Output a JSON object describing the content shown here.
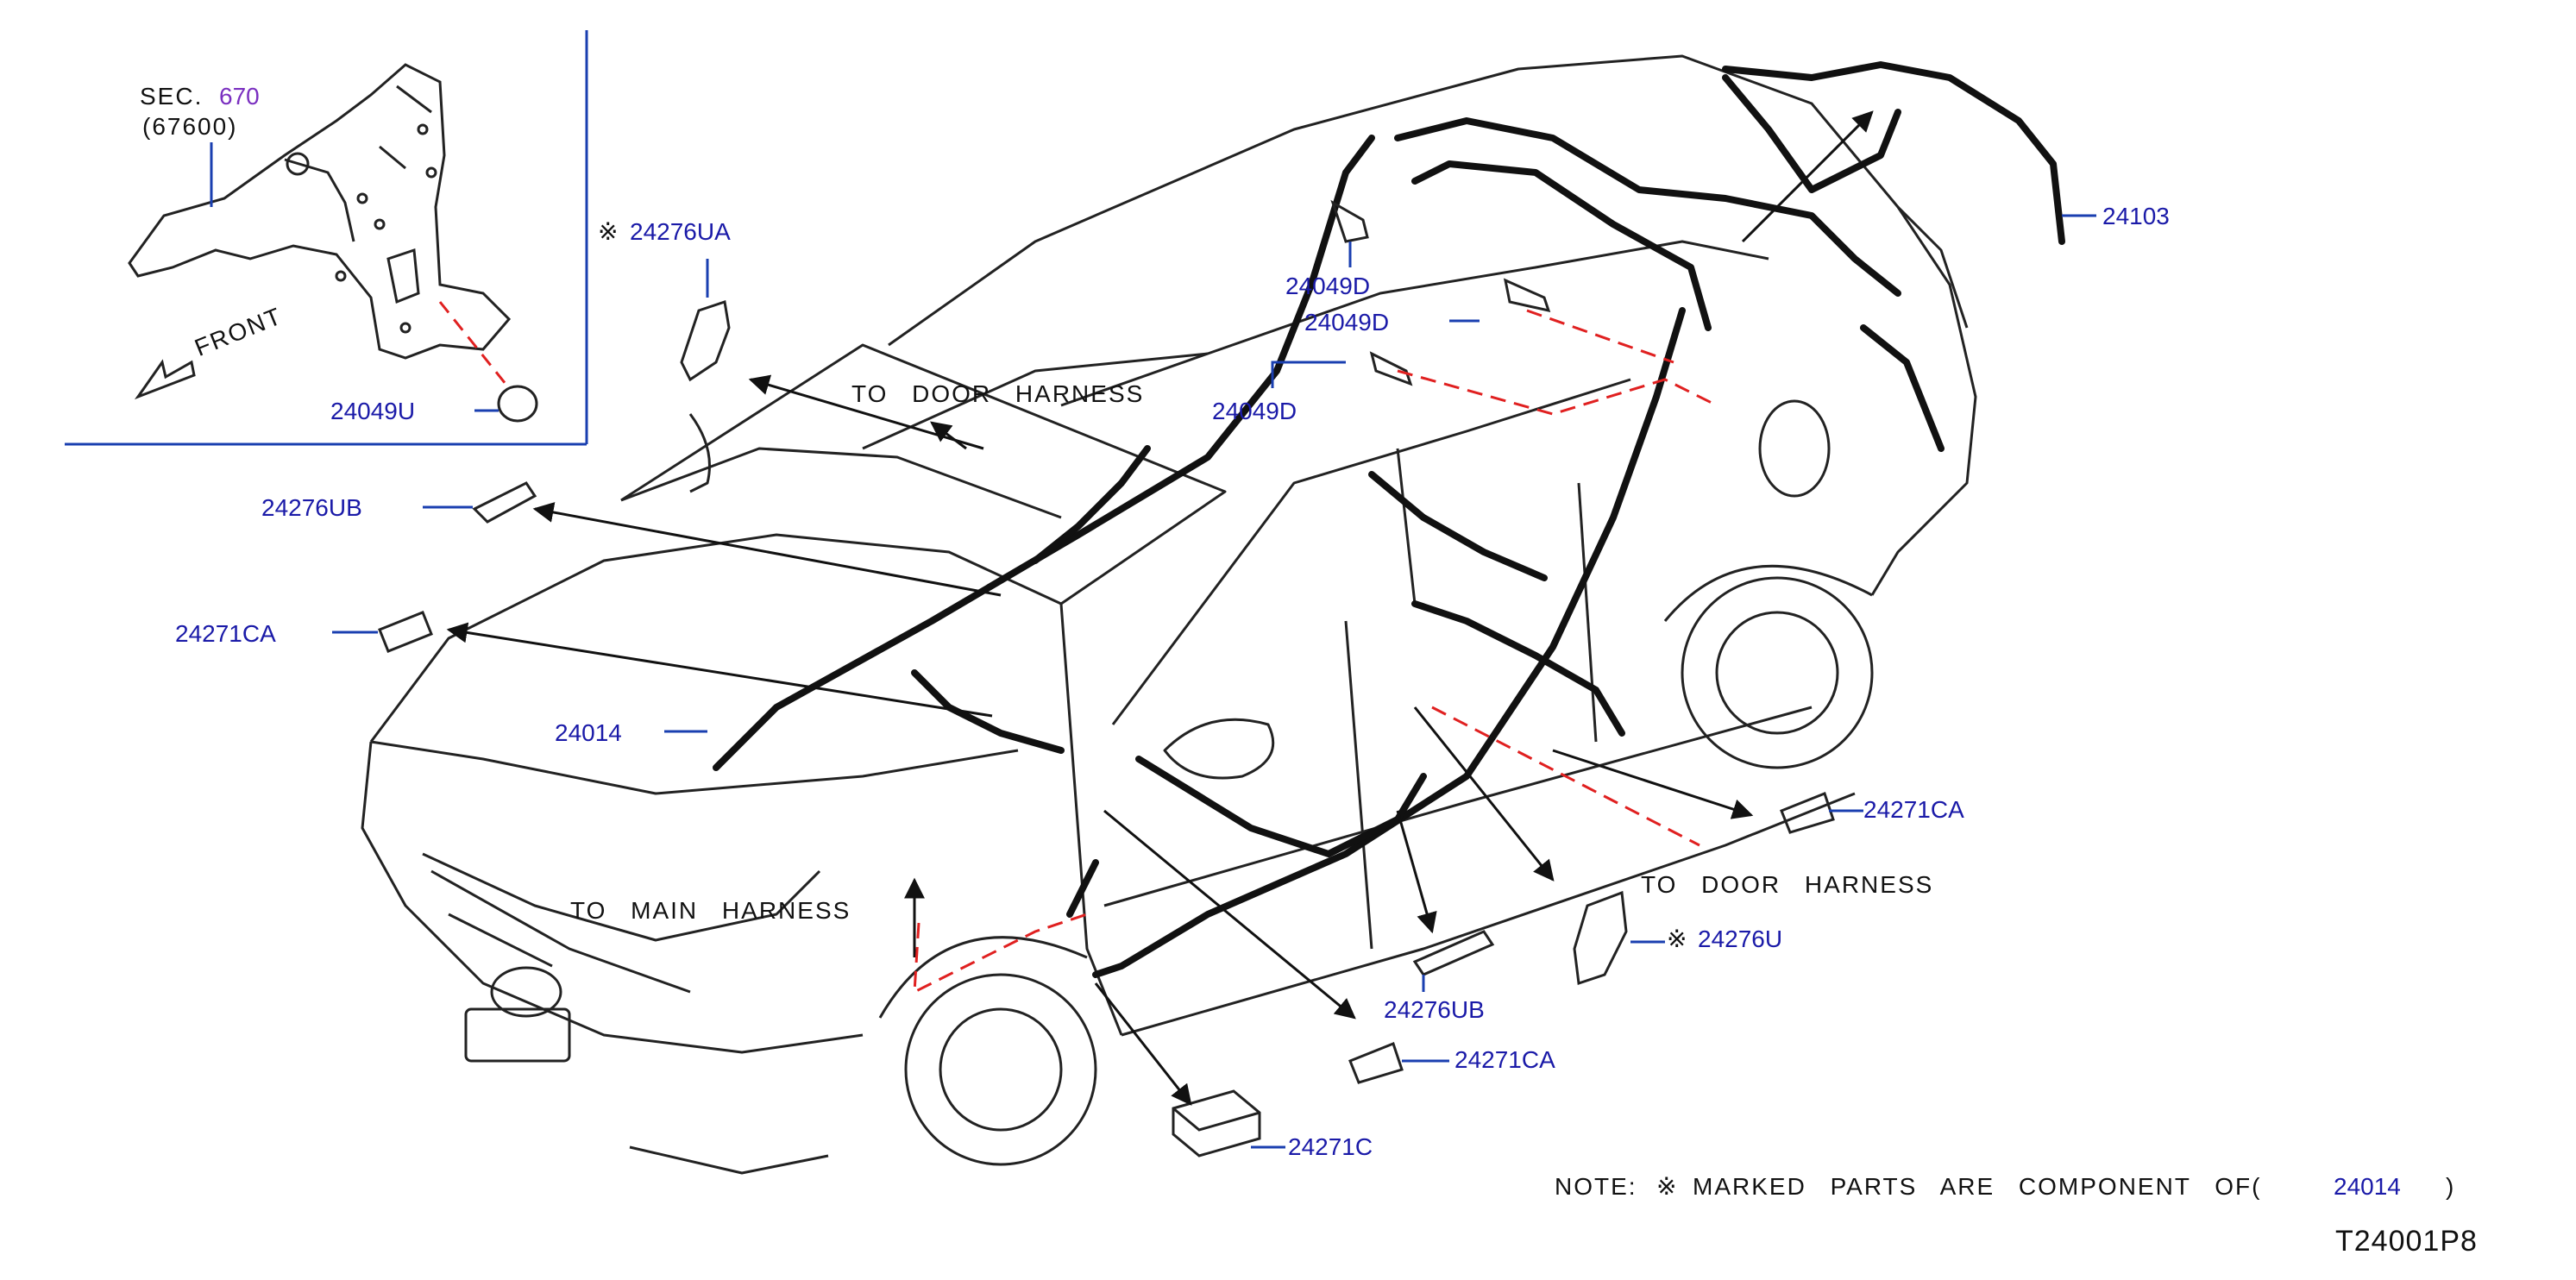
{
  "inset": {
    "sec_prefix": "SEC.",
    "sec_number": "670",
    "sub_number": "(67600)",
    "front_label": "FRONT",
    "part": "24049U"
  },
  "parts": {
    "p24276UA": "24276UA",
    "p24276UB_top": "24276UB",
    "p24271CA_left": "24271CA",
    "p24014": "24014",
    "p24049D_a": "24049D",
    "p24049D_b": "24049D",
    "p24049D_c": "24049D",
    "p24103": "24103",
    "p24271CA_right": "24271CA",
    "p24276U": "24276U",
    "p24276UB_bottom": "24276UB",
    "p24271CA_bottom": "24271CA",
    "p24271C": "24271C"
  },
  "marker": "※",
  "annotations": {
    "to_door_harness_top": "TO DOOR HARNESS",
    "to_door_harness_right": "TO DOOR HARNESS",
    "to_main_harness": "TO MAIN HARNESS"
  },
  "note": {
    "prefix": "NOTE:",
    "text": "MARKED PARTS ARE COMPONENT OF(",
    "part": "24014",
    "suffix": ")"
  },
  "diagram_id": "T24001P8",
  "colors": {
    "part_number": "#1a1aa8",
    "section_ref": "#7a2fc0",
    "leader_red": "#e02020",
    "leader_blue": "#1a3fb0",
    "harness": "#111111",
    "outline": "#222222"
  }
}
